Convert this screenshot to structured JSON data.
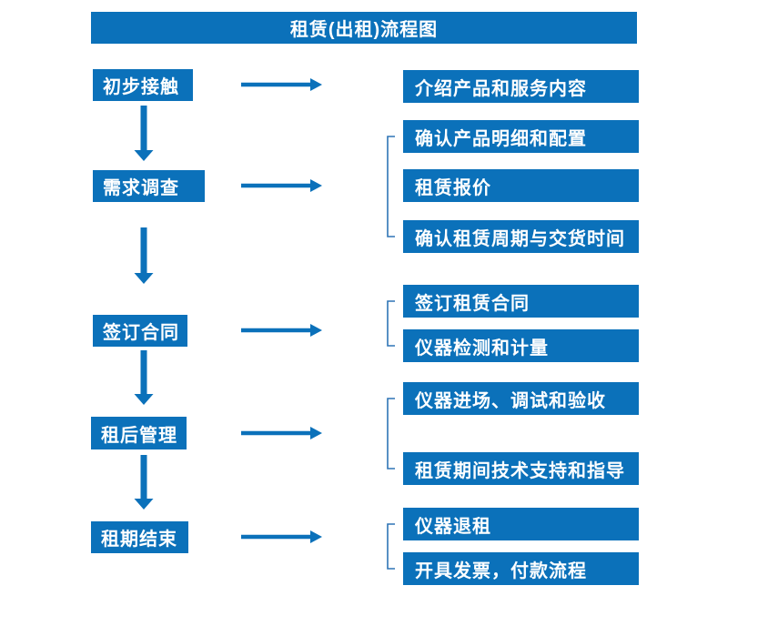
{
  "title": "租赁(出租)流程图",
  "colors": {
    "box_blue": "#0B71BA",
    "bracket_blue": "#2E74B5",
    "text_white": "#FFFFFF",
    "background_white": "#FFFFFF"
  },
  "steps": [
    {
      "label": "初步接触",
      "details": [
        "介绍产品和服务内容"
      ]
    },
    {
      "label": "需求调查",
      "details": [
        "确认产品明细和配置",
        "租赁报价",
        "确认租赁周期与交货时间"
      ]
    },
    {
      "label": "签订合同",
      "details": [
        "签订租赁合同",
        "仪器检测和计量"
      ]
    },
    {
      "label": "租后管理",
      "details": [
        "仪器进场、调试和验收",
        "租赁期间技术支持和指导"
      ]
    },
    {
      "label": "租期结束",
      "details": [
        "仪器退租",
        "开具发票，付款流程"
      ]
    }
  ]
}
